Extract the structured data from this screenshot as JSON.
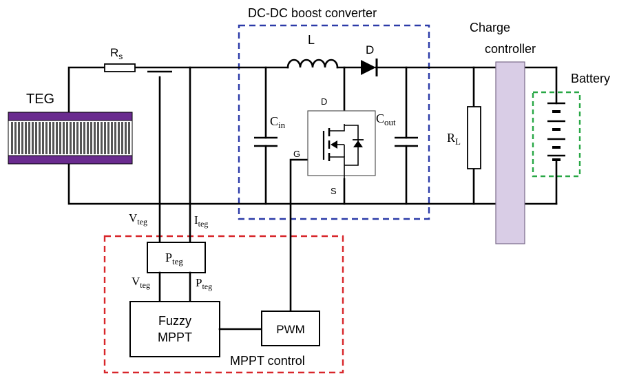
{
  "labels": {
    "converter_title": "DC-DC boost converter",
    "charge_controller_line1": "Charge",
    "charge_controller_line2": "controller",
    "battery": "Battery",
    "teg": "TEG",
    "rs_main": "R",
    "rs_sub": "s",
    "inductor": "L",
    "diode": "D",
    "mosfet_drain": "D",
    "mosfet_gate": "G",
    "mosfet_source": "S",
    "cin_main": "C",
    "cin_sub": "in",
    "cout_main": "C",
    "cout_sub": "out",
    "rl_main": "R",
    "rl_sub": "L",
    "vteg_top_main": "V",
    "vteg_top_sub": "teg",
    "iteg_main": "I",
    "iteg_sub": "teg",
    "pteg_box_main": "P",
    "pteg_box_sub": "teg",
    "vteg_bottom_main": "V",
    "vteg_bottom_sub": "teg",
    "pteg_bottom_main": "P",
    "pteg_bottom_sub": "teg",
    "fuzzy_line1": "Fuzzy",
    "fuzzy_line2": "MPPT",
    "pwm": "PWM",
    "mppt_control": "MPPT control"
  },
  "colors": {
    "converter_border": "#2b3aa8",
    "mppt_border": "#d8262a",
    "battery_border": "#28a745",
    "teg_plate": "#6a2b8f",
    "charge_controller_fill": "#d9cde6",
    "wire": "#000000"
  }
}
